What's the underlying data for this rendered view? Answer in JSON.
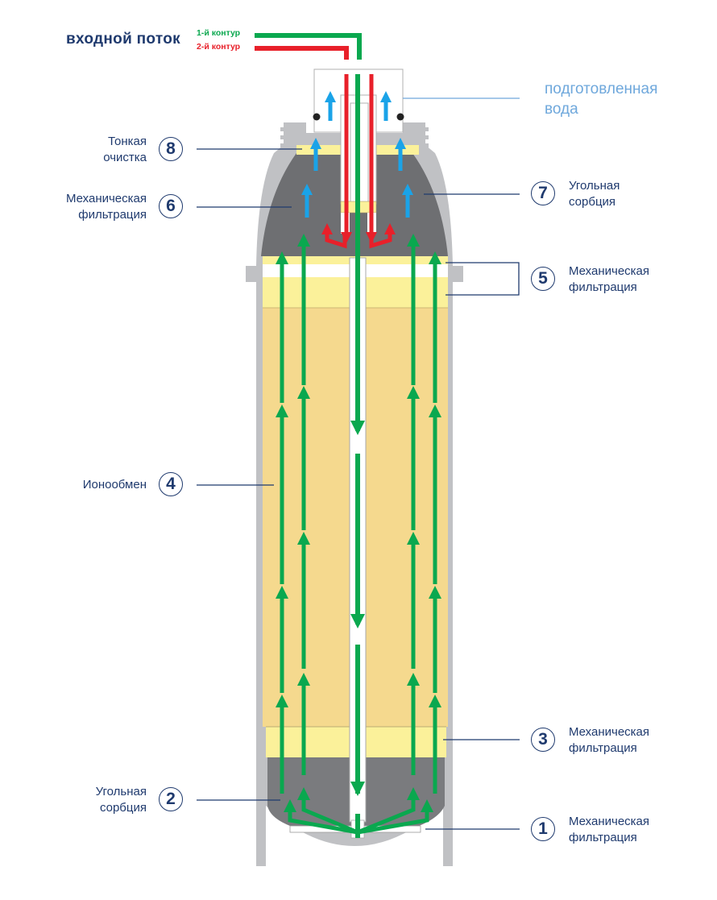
{
  "header": {
    "inflow_label": "входной поток",
    "contour1_label": "1-й контур",
    "contour2_label": "2-й контур",
    "outflow_label_line1": "подготовленная",
    "outflow_label_line2": "вода"
  },
  "colors": {
    "contour1": "#0aa84f",
    "contour2": "#e8202a",
    "prepared_water": "#1aa3e8",
    "label_text": "#1f3a6e",
    "outflow_text": "#6fa8dc",
    "housing": "#c0c1c4",
    "carbon": "#6e6f72",
    "ion_exchange": "#f5d98e",
    "mechanical": "#fbf19a"
  },
  "stages": [
    {
      "number": "1",
      "line1": "Механическая",
      "line2": "фильтрация",
      "side": "right"
    },
    {
      "number": "2",
      "line1": "Угольная",
      "line2": "сорбция",
      "side": "left"
    },
    {
      "number": "3",
      "line1": "Механическая",
      "line2": "фильтрация",
      "side": "right"
    },
    {
      "number": "4",
      "line1": "Ионообмен",
      "line2": "",
      "side": "left"
    },
    {
      "number": "5",
      "line1": "Механическая",
      "line2": "фильтрация",
      "side": "right"
    },
    {
      "number": "6",
      "line1": "Механическая",
      "line2": "фильтрация",
      "side": "left"
    },
    {
      "number": "7",
      "line1": "Угольная",
      "line2": "сорбция",
      "side": "right"
    },
    {
      "number": "8",
      "line1": "Тонкая",
      "line2": "очистка",
      "side": "left"
    }
  ]
}
